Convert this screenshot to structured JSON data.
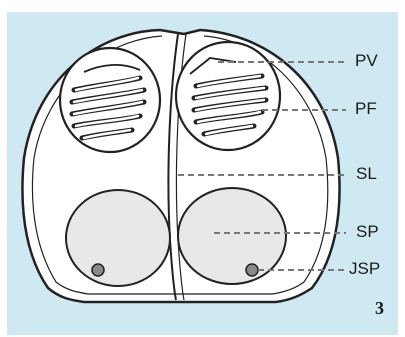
{
  "figure": {
    "number": "3",
    "background_color": "#cfe9f3",
    "labels": [
      {
        "id": "pv",
        "text": "PV"
      },
      {
        "id": "pf",
        "text": "PF"
      },
      {
        "id": "sl",
        "text": "SL"
      },
      {
        "id": "sp",
        "text": "SP"
      },
      {
        "id": "jsp",
        "text": "JSP"
      }
    ]
  }
}
